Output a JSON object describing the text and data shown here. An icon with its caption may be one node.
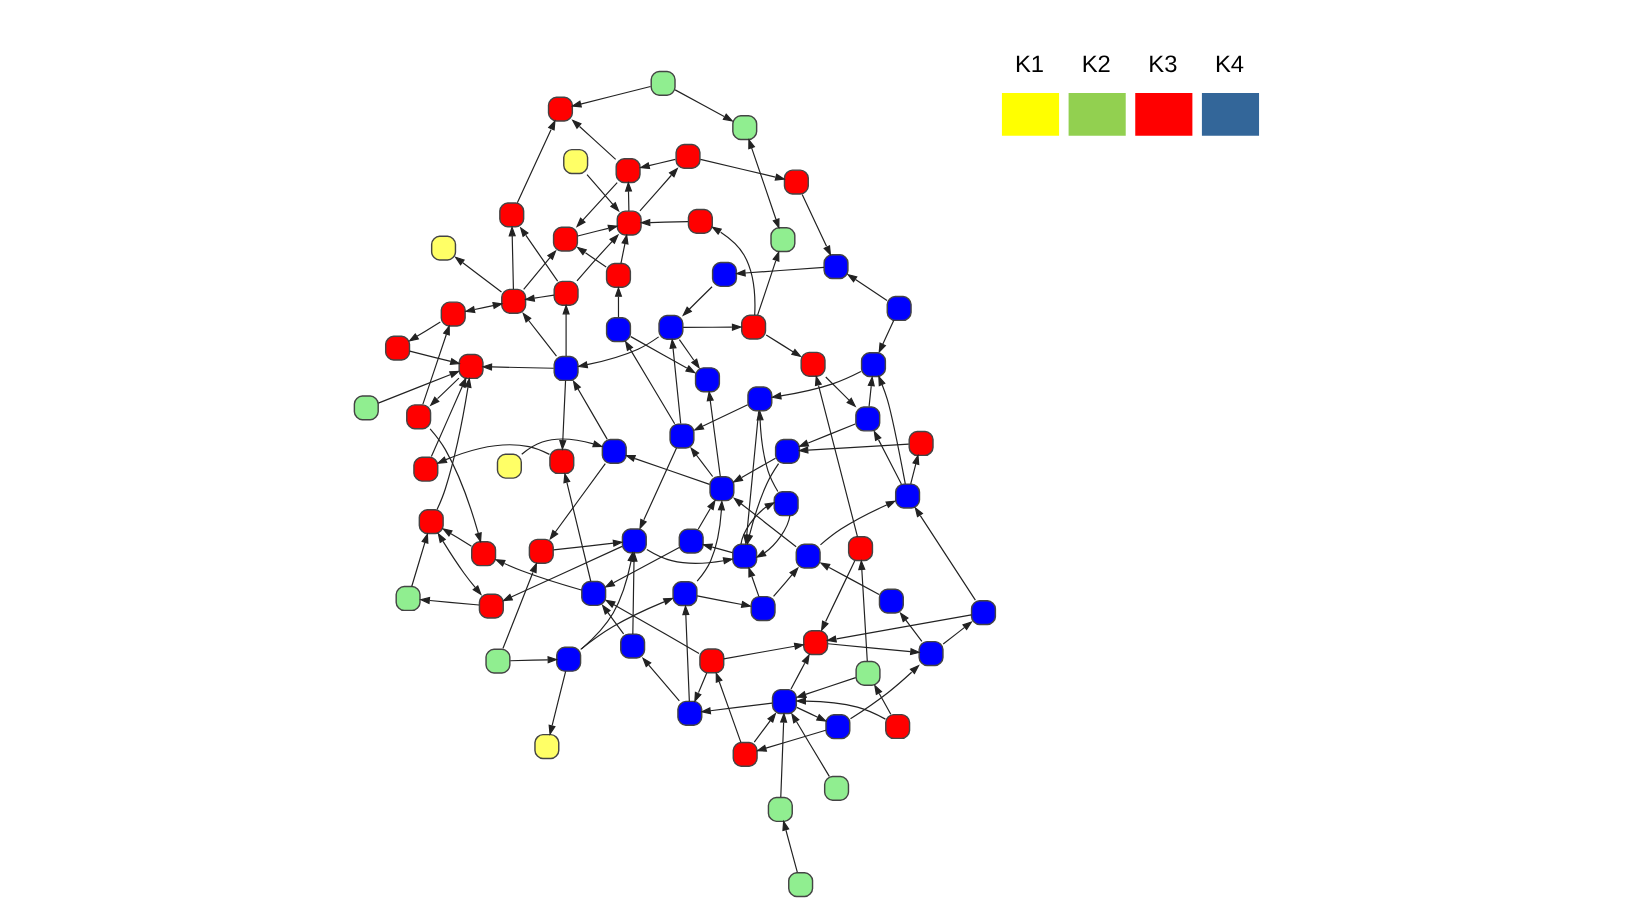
{
  "diagram": {
    "nodes": [
      {
        "text": [],
        "shape": "box"
      },
      {
        "text": [],
        "shape": "box"
      },
      {
        "text": [],
        "shape": "box"
      },
      {
        "text": [],
        "shape": "box"
      },
      {
        "text": [],
        "shape": "box"
      },
      {
        "text": [],
        "shape": "box"
      },
      {
        "text": [],
        "shape": "box"
      },
      {
        "text": [],
        "shape": "box"
      },
      {
        "text": [],
        "shape": "box"
      },
      {
        "text": [],
        "shape": "box"
      },
      {
        "text": [],
        "shape": "box"
      },
      {
        "text": [],
        "shape": "box"
      },
      {
        "text": [],
        "shape": "box"
      },
      {
        "text": [],
        "shape": "box"
      },
      {
        "text": [],
        "shape": "box"
      },
      {
        "text": [],
        "shape": "box"
      },
      {
        "text": [],
        "shape": "box"
      },
      {
        "text": [],
        "shape": "box"
      },
      {
        "text": [],
        "shape": "box"
      },
      {
        "text": [],
        "shape": "box"
      },
      {
        "text": [],
        "shape": "box"
      },
      {
        "text": [],
        "shape": "box"
      },
      {
        "text": [],
        "shape": "box"
      },
      {
        "text": [],
        "shape": "box"
      },
      {
        "text": [],
        "shape": "box"
      },
      {
        "text": [],
        "shape": "box"
      },
      {
        "text": [],
        "shape": "box"
      },
      {
        "text": [],
        "shape": "box"
      },
      {
        "text": [],
        "shape": "box"
      },
      {
        "text": [],
        "shape": "box"
      },
      {
        "text": [],
        "shape": "box"
      },
      {
        "text": [],
        "shape": "box"
      },
      {
        "text": [],
        "shape": "box"
      },
      {
        "text": [],
        "shape": "box"
      },
      {
        "text": [],
        "shape": "box"
      },
      {
        "text": [],
        "shape": "box"
      },
      {
        "text": [],
        "shape": "box"
      },
      {
        "text": [],
        "shape": "box"
      },
      {
        "text": [],
        "shape": "box"
      },
      {
        "text": [],
        "shape": "box"
      },
      {
        "text": [],
        "shape": "box"
      },
      {
        "text": [],
        "shape": "box"
      },
      {
        "text": [],
        "shape": "box"
      },
      {
        "text": [],
        "shape": "box"
      },
      {
        "text": [],
        "shape": "box"
      },
      {
        "text": [],
        "shape": "box"
      },
      {
        "text": [],
        "shape": "box"
      },
      {
        "text": [],
        "shape": "box"
      },
      {
        "text": [],
        "shape": "box"
      },
      {
        "text": [],
        "shape": "box"
      },
      {
        "text": [],
        "shape": "box"
      },
      {
        "text": [],
        "shape": "box"
      },
      {
        "text": [],
        "shape": "box"
      },
      {
        "text": [],
        "shape": "box"
      },
      {
        "text": [],
        "shape": "box"
      },
      {
        "text": [],
        "shape": "box"
      },
      {
        "text": [],
        "shape": "box"
      },
      {
        "text": [],
        "shape": "box"
      },
      {
        "text": [],
        "shape": "box"
      },
      {
        "text": [],
        "shape": "box"
      },
      {
        "text": [],
        "shape": "box"
      },
      {
        "text": [],
        "shape": "box"
      },
      {
        "text": [],
        "shape": "box"
      },
      {
        "text": [],
        "shape": "box"
      },
      {
        "text": [],
        "shape": "box"
      },
      {
        "text": [],
        "shape": "box"
      },
      {
        "text": [],
        "shape": "box"
      },
      {
        "text": [],
        "shape": "box"
      },
      {
        "text": [],
        "shape": "box"
      },
      {
        "text": [],
        "shape": "box"
      },
      {
        "text": [],
        "shape": "box"
      },
      {
        "text": [],
        "shape": "box"
      },
      {
        "text": [],
        "shape": "box"
      },
      {
        "text": [],
        "shape": "box"
      }
    ],
    "edges": [
      {
        "from": 1,
        "to": 0,
        "arrow": "to"
      },
      {
        "from": 0,
        "to": 9,
        "arrow": "to"
      },
      {
        "from": 2,
        "to": 9,
        "arrow": "to"
      },
      {
        "from": 3,
        "to": 9,
        "arrow": "to"
      },
      {
        "from": 3,
        "to": 4,
        "arrow": "to"
      },
      {
        "from": 4,
        "to": 10,
        "arrow": "to"
      },
      {
        "from": 5,
        "to": 9,
        "arrow": "to"
      },
      {
        "from": 5,
        "to": 3,
        "arrow": "to"
      },
      {
        "from": 7,
        "to": 8,
        "arrow": "to"
      },
      {
        "from": 7,
        "to": 9,
        "arrow": "to"
      },
      {
        "from": 8,
        "to": 10,
        "arrow": "to"
      },
      {
        "from": 8,
        "to": 12,
        "arrow": "to"
      },
      {
        "from": 9,
        "to": 10,
        "arrow": "to"
      },
      {
        "from": 9,
        "to": 11,
        "arrow": "to"
      },
      {
        "from": 9,
        "to": 12,
        "arrow": "to"
      },
      {
        "from": 10,
        "to": 13,
        "arrow": "to"
      },
      {
        "from": 11,
        "to": 13,
        "arrow": "to"
      },
      {
        "from": 12,
        "to": 19,
        "arrow": "to"
      },
      {
        "from": 13,
        "to": 14,
        "arrow": "to"
      },
      {
        "from": 14,
        "to": 21,
        "arrow": "to"
      },
      {
        "from": 15,
        "to": 22,
        "arrow": "to"
      },
      {
        "from": 4,
        "to": 24,
        "arrow": "to"
      },
      {
        "from": 18,
        "to": 6,
        "arrow": "to"
      },
      {
        "from": 16,
        "to": 18,
        "arrow": "to"
      },
      {
        "from": 16,
        "to": 17,
        "arrow": "to"
      },
      {
        "from": 17,
        "to": 25,
        "arrow": "to"
      },
      {
        "from": 18,
        "to": 25,
        "arrow": "to"
      },
      {
        "from": 18,
        "to": 19,
        "arrow": "to"
      },
      {
        "from": 19,
        "to": 20,
        "arrow": "to"
      },
      {
        "from": 20,
        "to": 21,
        "arrow": "to"
      },
      {
        "from": 21,
        "to": 22,
        "arrow": "to"
      },
      {
        "from": 22,
        "to": 23,
        "arrow": "to"
      },
      {
        "from": 24,
        "to": 26,
        "arrow": "to"
      },
      {
        "from": 23,
        "to": 27,
        "arrow": "to"
      },
      {
        "from": 25,
        "to": 28,
        "arrow": "to"
      },
      {
        "from": 25,
        "to": 29,
        "arrow": "to"
      },
      {
        "from": 26,
        "to": 27,
        "arrow": "to"
      },
      {
        "from": 27,
        "to": 29,
        "arrow": "to"
      },
      {
        "from": 28,
        "to": 40,
        "arrow": "to"
      },
      {
        "from": 28,
        "to": 54,
        "arrow": "both"
      },
      {
        "from": 29,
        "to": 31,
        "arrow": "to"
      },
      {
        "from": 29,
        "to": 32,
        "arrow": "to"
      },
      {
        "from": 30,
        "to": 33,
        "arrow": "to"
      },
      {
        "from": 30,
        "to": 34,
        "arrow": "to"
      },
      {
        "from": 31,
        "to": 36,
        "arrow": "to"
      },
      {
        "from": 32,
        "to": 37,
        "arrow": "to"
      },
      {
        "from": 33,
        "to": 37,
        "arrow": "to"
      },
      {
        "from": 34,
        "to": 38,
        "arrow": "to"
      },
      {
        "from": 35,
        "to": 41,
        "arrow": "to"
      },
      {
        "from": 35,
        "to": 25,
        "arrow": "to"
      },
      {
        "from": 36,
        "to": 43,
        "arrow": "to"
      },
      {
        "from": 37,
        "to": 42,
        "arrow": "to"
      },
      {
        "from": 38,
        "to": 46,
        "arrow": "to"
      },
      {
        "from": 39,
        "to": 34,
        "arrow": "to"
      },
      {
        "from": 40,
        "to": 54,
        "arrow": "to"
      },
      {
        "from": 41,
        "to": 44,
        "arrow": "to"
      },
      {
        "from": 41,
        "to": 49,
        "arrow": "to"
      },
      {
        "from": 42,
        "to": 46,
        "arrow": "to"
      },
      {
        "from": 36,
        "to": 45,
        "arrow": "to"
      },
      {
        "from": 44,
        "to": 51,
        "arrow": "to"
      },
      {
        "from": 45,
        "to": 55,
        "arrow": "to"
      },
      {
        "from": 46,
        "to": 47,
        "arrow": "to"
      },
      {
        "from": 47,
        "to": 48,
        "arrow": "to"
      },
      {
        "from": 47,
        "to": 24,
        "arrow": "to"
      },
      {
        "from": 47,
        "to": 53,
        "arrow": "to"
      },
      {
        "from": 48,
        "to": 63,
        "arrow": "both"
      },
      {
        "from": 49,
        "to": 54,
        "arrow": "to"
      },
      {
        "from": 50,
        "to": 43,
        "arrow": "to"
      },
      {
        "from": 50,
        "to": 56,
        "arrow": "to"
      },
      {
        "from": 51,
        "to": 59,
        "arrow": "to"
      },
      {
        "from": 52,
        "to": 59,
        "arrow": "to"
      },
      {
        "from": 53,
        "to": 57,
        "arrow": "to"
      },
      {
        "from": 54,
        "to": 59,
        "arrow": "to"
      },
      {
        "from": 55,
        "to": 59,
        "arrow": "to"
      },
      {
        "from": 55,
        "to": 61,
        "arrow": "to"
      },
      {
        "from": 56,
        "to": 57,
        "arrow": "to"
      },
      {
        "from": 57,
        "to": 58,
        "arrow": "to"
      },
      {
        "from": 57,
        "to": 62,
        "arrow": "to"
      },
      {
        "from": 58,
        "to": 62,
        "arrow": "to"
      },
      {
        "from": 58,
        "to": 39,
        "arrow": "to"
      },
      {
        "from": 59,
        "to": 60,
        "arrow": "to"
      },
      {
        "from": 60,
        "to": 65,
        "arrow": "to"
      },
      {
        "from": 61,
        "to": 64,
        "arrow": "to"
      },
      {
        "from": 62,
        "to": 70,
        "arrow": "to"
      },
      {
        "from": 62,
        "to": 69,
        "arrow": "to"
      },
      {
        "from": 64,
        "to": 68,
        "arrow": "to"
      },
      {
        "from": 64,
        "to": 69,
        "arrow": "to"
      },
      {
        "from": 65,
        "to": 64,
        "arrow": "both"
      },
      {
        "from": 66,
        "to": 57,
        "arrow": "to"
      },
      {
        "from": 67,
        "to": 59,
        "arrow": "to"
      },
      {
        "from": 71,
        "to": 70,
        "arrow": "to"
      },
      {
        "from": 71,
        "to": 63,
        "arrow": "to"
      },
      {
        "from": 72,
        "to": 45,
        "arrow": "to"
      },
      {
        "from": 64,
        "to": 73,
        "arrow": "to"
      },
      {
        "from": 56,
        "to": 69,
        "arrow": "to"
      },
      {
        "from": 19,
        "to": 36,
        "arrow": "to"
      },
      {
        "from": 20,
        "to": 29,
        "arrow": "to"
      },
      {
        "from": 21,
        "to": 36,
        "arrow": "to"
      },
      {
        "from": 22,
        "to": 33,
        "arrow": "to"
      },
      {
        "from": 26,
        "to": 33,
        "arrow": "to"
      },
      {
        "from": 27,
        "to": 36,
        "arrow": "to"
      },
      {
        "from": 31,
        "to": 41,
        "arrow": "to"
      },
      {
        "from": 32,
        "to": 29,
        "arrow": "to"
      },
      {
        "from": 36,
        "to": 42,
        "arrow": "to"
      },
      {
        "from": 37,
        "to": 29,
        "arrow": "to"
      },
      {
        "from": 42,
        "to": 50,
        "arrow": "to"
      },
      {
        "from": 46,
        "to": 55,
        "arrow": "to"
      },
      {
        "from": 45,
        "to": 17,
        "arrow": "to"
      },
      {
        "from": 11,
        "to": 7,
        "arrow": "to"
      },
      {
        "from": 12,
        "to": 35,
        "arrow": "to"
      },
      {
        "from": 13,
        "to": 15,
        "arrow": "to"
      },
      {
        "from": 15,
        "to": 10,
        "arrow": "to"
      },
      {
        "from": 22,
        "to": 26,
        "arrow": "to"
      },
      {
        "from": 61,
        "to": 57,
        "arrow": "to"
      },
      {
        "from": 68,
        "to": 70,
        "arrow": "to"
      },
      {
        "from": 55,
        "to": 44,
        "arrow": "to"
      },
      {
        "from": 8,
        "to": 41,
        "arrow": "to"
      },
      {
        "from": 42,
        "to": 25,
        "arrow": "to"
      },
      {
        "from": 46,
        "to": 43,
        "arrow": "to"
      },
      {
        "from": 65,
        "to": 52,
        "arrow": "to"
      },
      {
        "from": 60,
        "to": 49,
        "arrow": "to"
      },
      {
        "from": 55,
        "to": 64,
        "arrow": "to"
      },
      {
        "from": 61,
        "to": 68,
        "arrow": "to"
      },
      {
        "from": 69,
        "to": 57,
        "arrow": "to"
      }
    ],
    "legend": [
      {
        "text": "K1",
        "color": "#ffff00"
      },
      {
        "text": "K2",
        "color": "#92d050"
      },
      {
        "text": "K3",
        "color": "#ff0000"
      },
      {
        "text": "K4",
        "color": "#336699"
      }
    ]
  }
}
